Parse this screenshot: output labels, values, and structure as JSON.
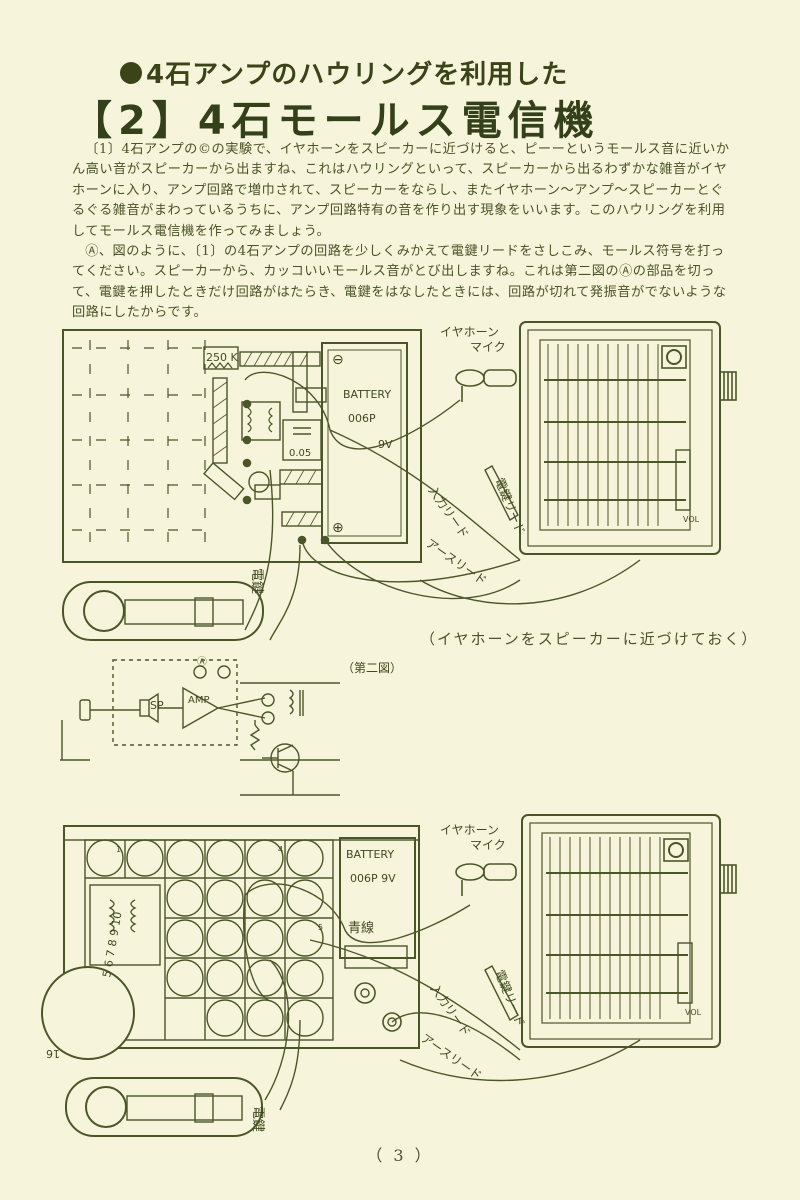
{
  "header": {
    "subtitle": "4石アンプのハウリングを利用した",
    "title": "【2】4石モールス電信機"
  },
  "body": {
    "paragraphs": [
      "〔1〕4石アンプの©の実験で、イヤホーンをスピーカーに近づけると、ピーーというモールス音に近いかん高い音がスピーカーから出ますね、これはハウリングといって、スピーカーから出るわずかな雑音がイヤホーンに入り、アンプ回路で増巾されて、スピーカーをならし、またイヤホーン〜アンプ〜スピーカーとぐるぐる雑音がまわっているうちに、アンプ回路特有の音を作り出す現象をいいます。このハウリングを利用してモールス電信機を作ってみましょう。",
      "Ⓐ、図のように、〔1〕の4石アンプの回路を少しくみかえて電鍵リードをさしこみ、モールス符号を打ってください。スピーカーから、カッコいいモールス音がとび出しますね。これは第二図のⒶの部品を切って、電鍵を押したときだけ回路がはたらき、電鍵をはなしたときには、回路が切れて発振音がでないような回路にしたからです。"
    ]
  },
  "diagram1": {
    "resistor_label": "250 K",
    "battery_label": "BATTERY",
    "battery_model": "006P",
    "battery_voltage": "9V",
    "capacitor_label": "0.05",
    "earphone_label": "イヤホーン",
    "mic_label": "マイク",
    "input_lead_label": "入力リード",
    "earth_lead_label": "アースリード",
    "key_lead_label": "電鍵リード",
    "telegraph_key_label": "電鍵",
    "vol_label": "VOL",
    "minus_sign": "⊖",
    "plus_sign": "⊕"
  },
  "caption": "（イヤホーンをスピーカーに近づけておく）",
  "schematic": {
    "title": "（第二図）",
    "sp_label": "SP",
    "amp_label": "AMP",
    "marker_a": "Ⓐ"
  },
  "diagram2": {
    "battery_label": "BATTERY",
    "battery_spec": "006P  9V",
    "blue_wire_label": "青線",
    "earphone_label": "イヤホーン",
    "mic_label": "マイク",
    "input_lead_label": "入力リード",
    "earth_lead_label": "アースリード",
    "key_lead_label": "電鍵リード",
    "telegraph_key_label": "電鍵",
    "vol_label": "VOL",
    "dial_numbers": "5 6 7 8 9 10",
    "dial_number_11": "16",
    "grid_numbers": [
      "1",
      "4",
      "5"
    ]
  },
  "page_number": "（ 3 ）"
}
